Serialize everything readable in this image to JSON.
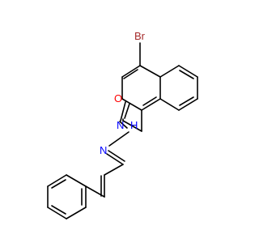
{
  "atoms": [
    {
      "id": "br",
      "label": "Br",
      "color": "#a52a2a"
    },
    {
      "id": "o",
      "label": "O",
      "color": "#ff0000"
    },
    {
      "id": "nh",
      "label": "N",
      "color": "#0000ff"
    },
    {
      "id": "h",
      "label": "H",
      "color": "#0000ff"
    },
    {
      "id": "n2",
      "label": "N",
      "color": "#0000ff"
    }
  ],
  "bond_color": "#000000"
}
